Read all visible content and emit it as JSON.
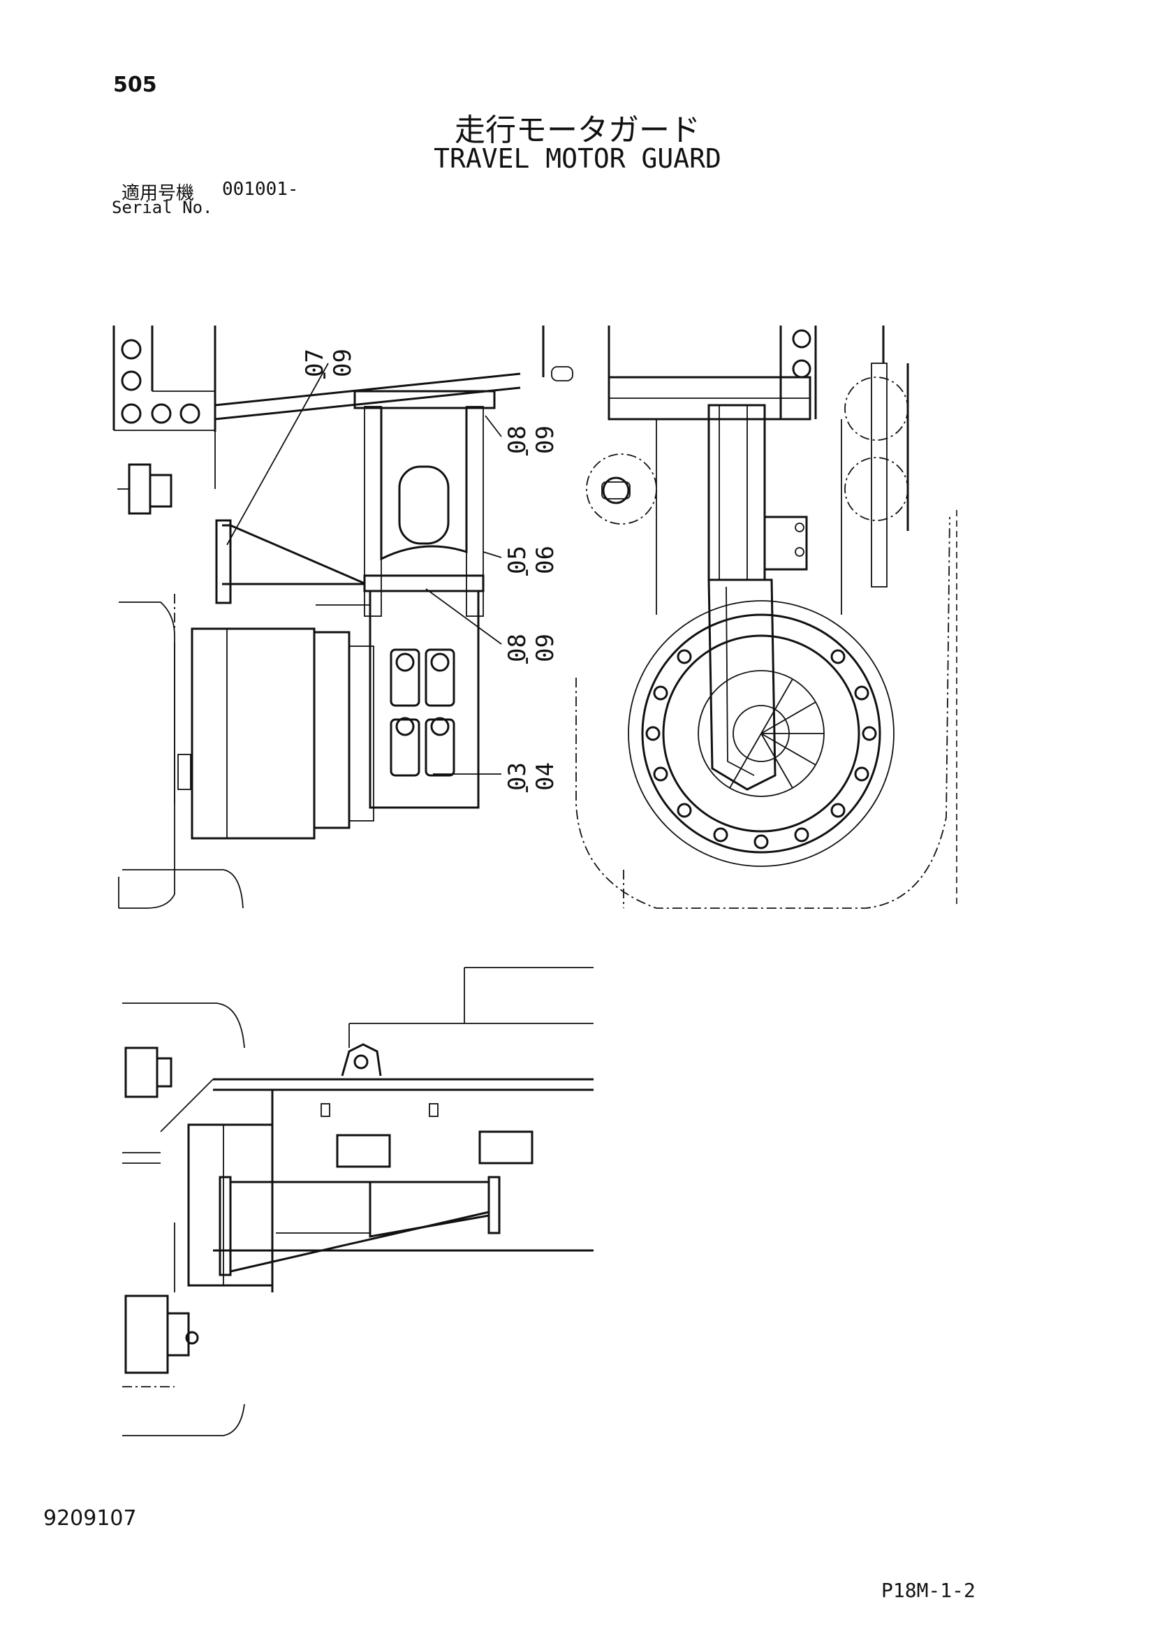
{
  "header": {
    "page_number": "505",
    "title_ja": "走行モータガード",
    "title_en": "TRAVEL MOTOR GUARD",
    "serial_label_ja": "適用号機",
    "serial_value": "001001-",
    "serial_label_en": "Serial No."
  },
  "callouts": [
    {
      "top": "07",
      "bottom": "09"
    },
    {
      "top": "08",
      "bottom": "09"
    },
    {
      "top": "05",
      "bottom": "06"
    },
    {
      "top": "08",
      "bottom": "09"
    },
    {
      "top": "03",
      "bottom": "04"
    }
  ],
  "footer": {
    "doc_code": "9209107",
    "page_ref": "P18M-1-2"
  }
}
